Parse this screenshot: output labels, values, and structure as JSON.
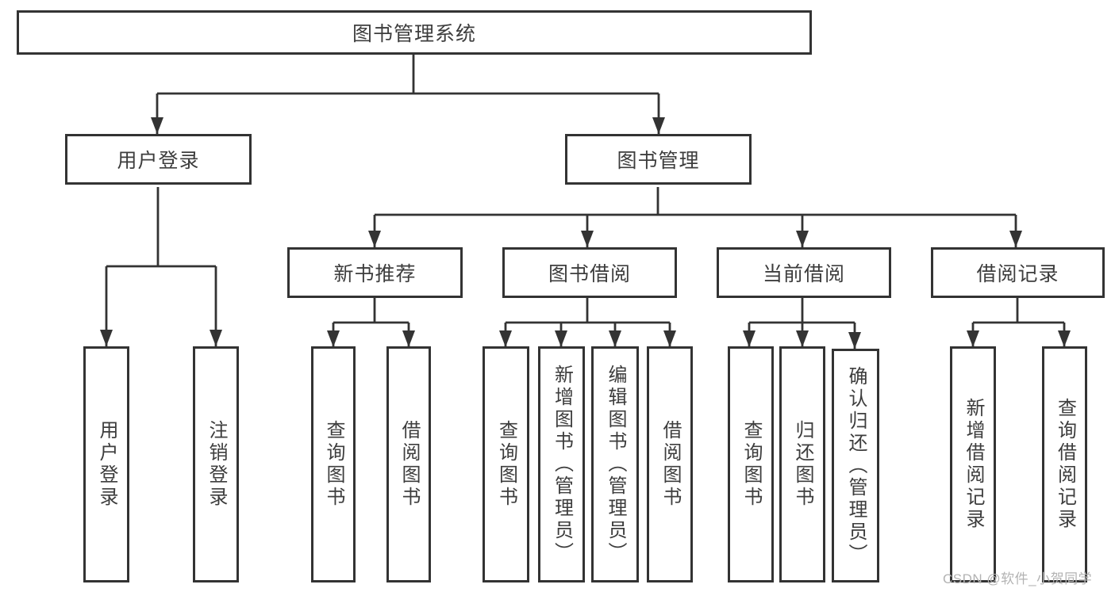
{
  "tree": {
    "root": "图书管理系统",
    "branches": [
      {
        "label": "用户登录",
        "children": [
          {
            "label": "用户登录"
          },
          {
            "label": "注销登录"
          }
        ]
      },
      {
        "label": "图书管理",
        "children": [
          {
            "label": "新书推荐",
            "children": [
              {
                "label": "查询图书"
              },
              {
                "label": "借阅图书"
              }
            ]
          },
          {
            "label": "图书借阅",
            "children": [
              {
                "label": "查询图书"
              },
              {
                "label": "新增图书（管理员）"
              },
              {
                "label": "编辑图书（管理员）"
              },
              {
                "label": "借阅图书"
              }
            ]
          },
          {
            "label": "当前借阅",
            "children": [
              {
                "label": "查询图书"
              },
              {
                "label": "归还图书"
              },
              {
                "label": "确认归还（管理员）"
              }
            ]
          },
          {
            "label": "借阅记录",
            "children": [
              {
                "label": "新增借阅记录"
              },
              {
                "label": "查询借阅记录"
              }
            ]
          }
        ]
      }
    ]
  },
  "watermark": "CSDN @软件_小贺同学",
  "colors": {
    "line": "#333333",
    "text": "#3d3d3d",
    "watermark": "#b3b3b3",
    "background": "#ffffff"
  }
}
